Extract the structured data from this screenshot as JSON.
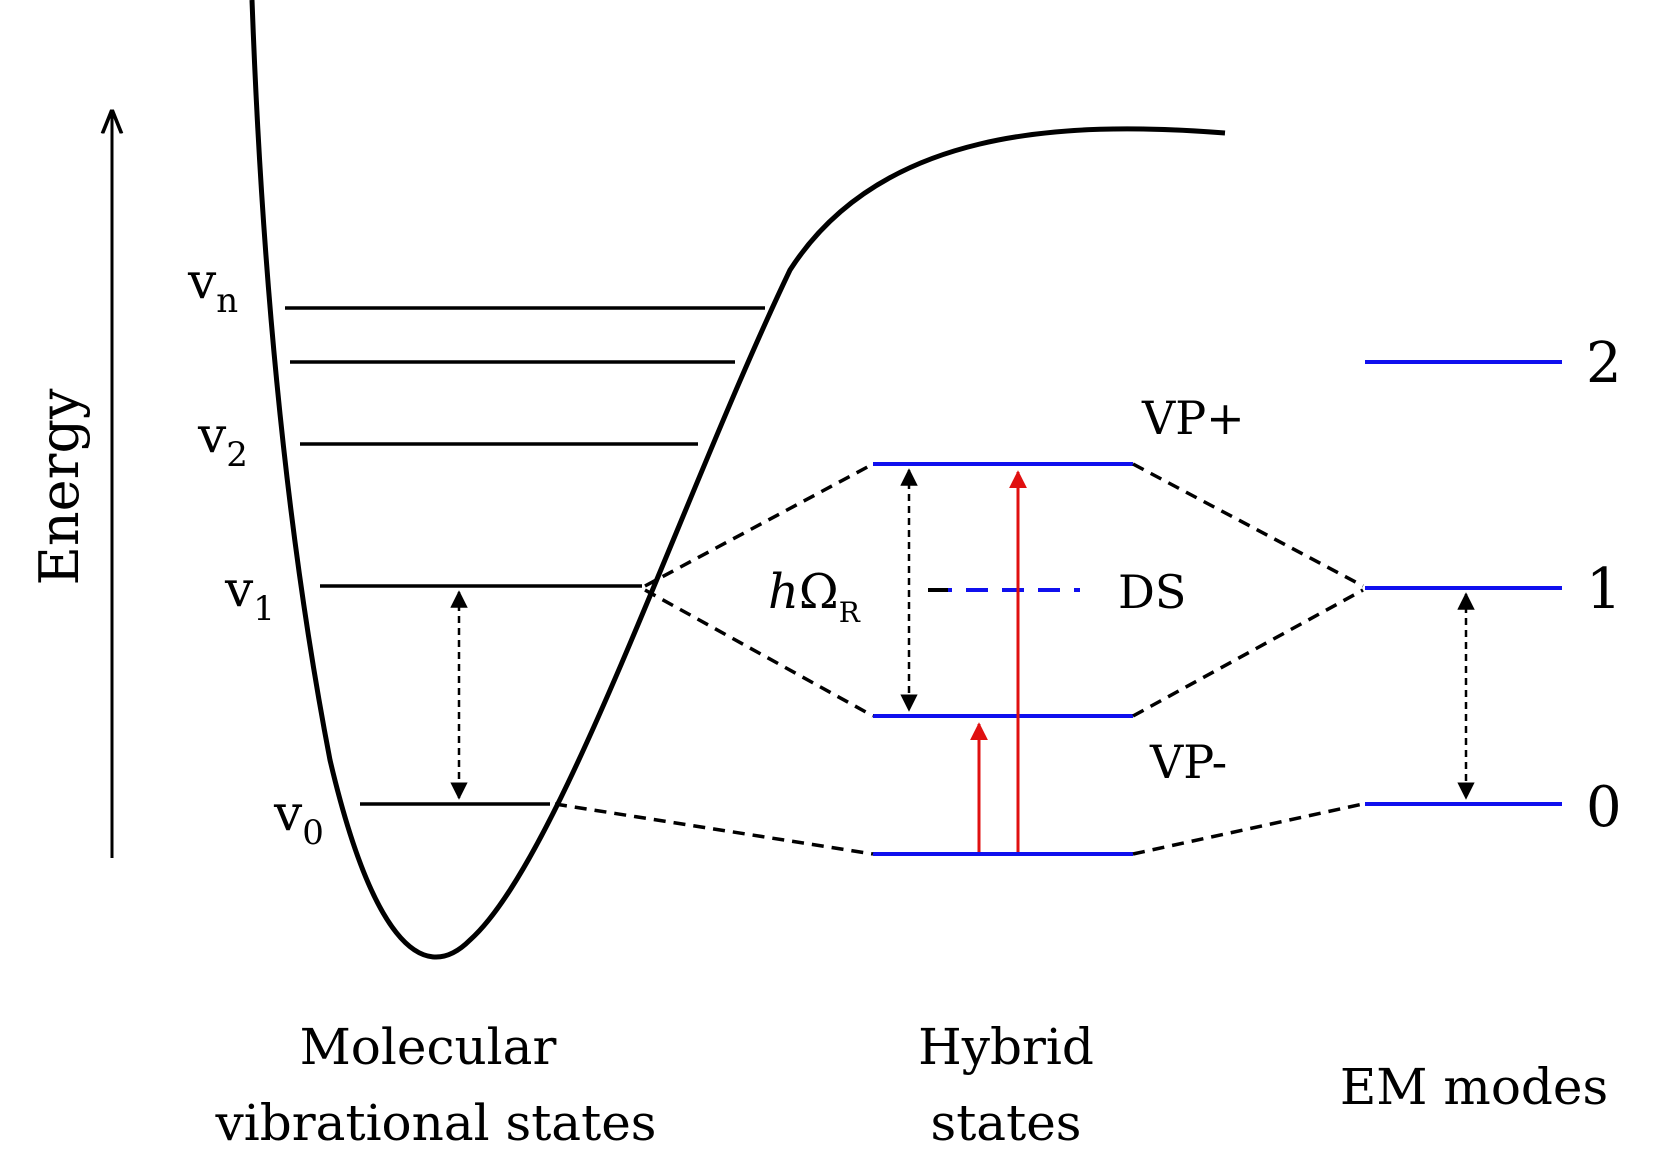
{
  "axis": {
    "label": "Energy"
  },
  "molecular": {
    "level_labels": [
      {
        "main": "v",
        "sub": "n"
      },
      {
        "main": "v",
        "sub": "2"
      },
      {
        "main": "v",
        "sub": "1"
      },
      {
        "main": "v",
        "sub": "0"
      }
    ],
    "caption_line1": "Molecular",
    "caption_line2": "vibrational states"
  },
  "hybrid": {
    "vp_plus": "VP+",
    "vp_minus": "VP-",
    "ds": "DS",
    "rabi": {
      "h": "h",
      "omega": "Ω",
      "sub": "R"
    },
    "caption_line1": "Hybrid",
    "caption_line2": "states"
  },
  "em": {
    "levels": [
      "2",
      "1",
      "0"
    ],
    "caption": "EM modes"
  },
  "colors": {
    "black": "#000000",
    "blue": "#1010ee",
    "red": "#e01010"
  }
}
